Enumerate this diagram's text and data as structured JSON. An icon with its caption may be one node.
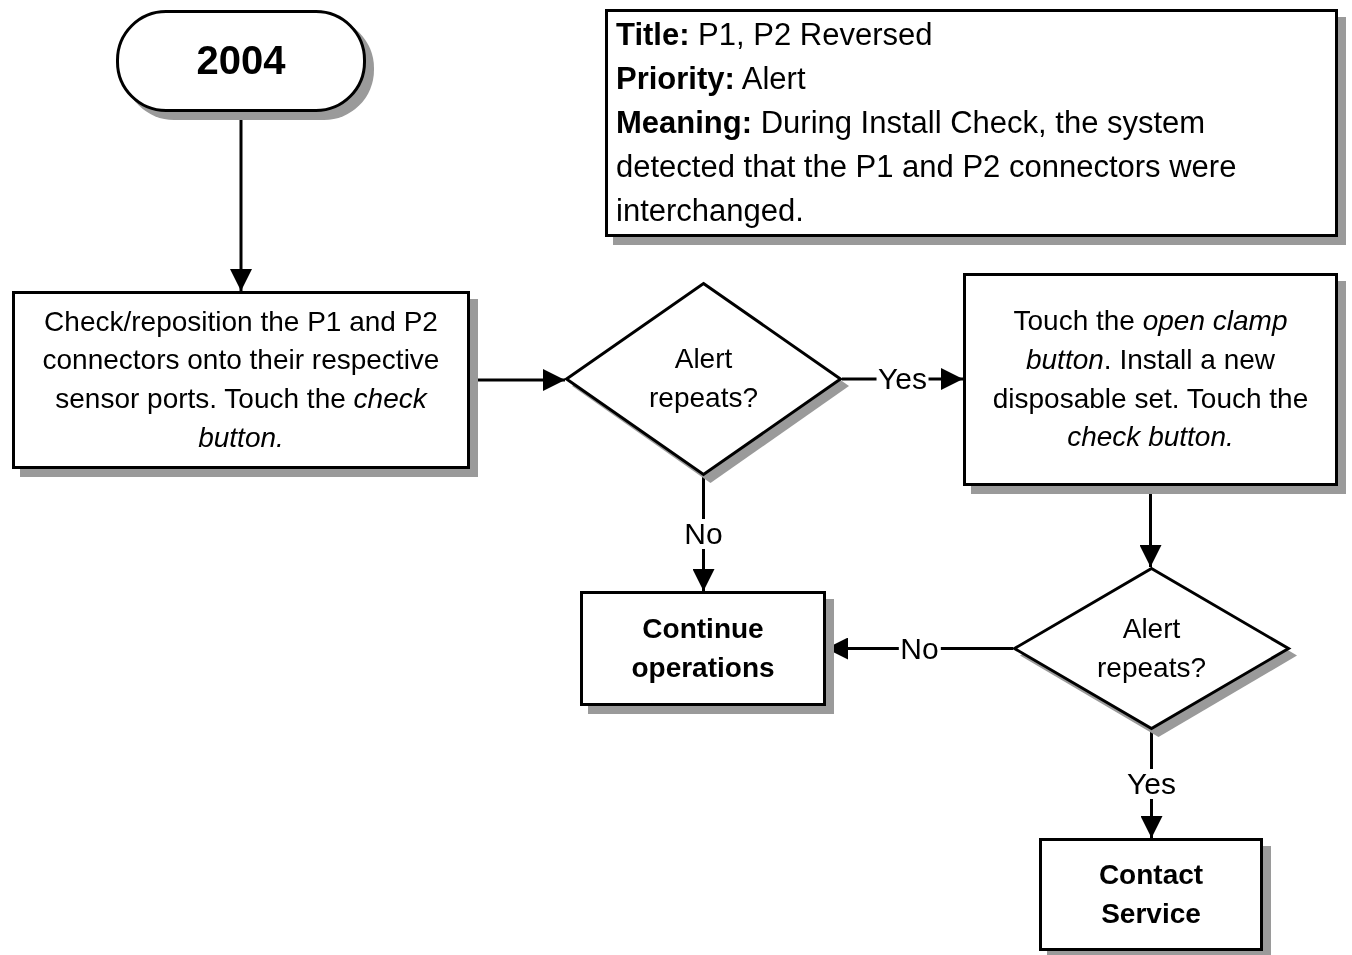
{
  "diagram": {
    "nodes": [
      {
        "text": [
          "2004"
        ]
      },
      {
        "text": [
          "**Title:**  P1, P2 Reversed",
          "**Priority:**  Alert",
          "**Meaning:**  During Install Check, the system detected that the P1 and P2 connectors were interchanged."
        ]
      },
      {
        "text": [
          "Check/reposition the P1 and P2 connectors onto their respective sensor ports. Touch the *check button.*"
        ]
      },
      {
        "text": [
          "Alert repeats?"
        ]
      },
      {
        "text": [
          "Touch the *open clamp button*.  Install a new disposable set.  Touch the *check button.*"
        ]
      },
      {
        "text": [
          "Continue operations"
        ]
      },
      {
        "text": [
          "Alert repeats?"
        ]
      },
      {
        "text": [
          "Contact Service"
        ]
      }
    ],
    "edges": [
      {
        "from": 0,
        "to": 2,
        "arrow": "to"
      },
      {
        "from": 2,
        "to": 3,
        "arrow": "to"
      },
      {
        "from": 3,
        "to": 4,
        "arrow": "to",
        "label": "Yes"
      },
      {
        "from": 3,
        "to": 5,
        "arrow": "to",
        "label": "No"
      },
      {
        "from": 4,
        "to": 6,
        "arrow": "to"
      },
      {
        "from": 6,
        "to": 5,
        "arrow": "to",
        "label": "No"
      },
      {
        "from": 6,
        "to": 7,
        "arrow": "to",
        "label": "Yes"
      }
    ]
  }
}
